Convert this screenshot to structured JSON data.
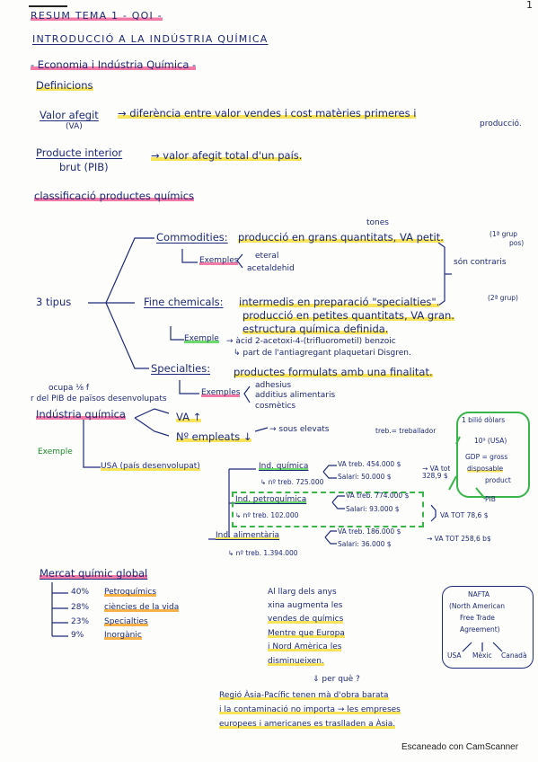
{
  "header": {
    "title": "RESUM TEMA 1 - QOI -",
    "subtitle": "INTRODUCCIÓ A LA INDÚSTRIA QUÍMICA",
    "page_mark": "1"
  },
  "section1": {
    "heading": "- Economia i Indústria Química -",
    "definitions_heading": "Definicions",
    "va_term": "Valor afegit",
    "va_abbr": "(VA)",
    "va_def": "→ diferència entre valor vendes i cost matèries primeres i",
    "va_def2": "producció.",
    "pib_term": "Producte interior",
    "pib_term2": "brut (PIB)",
    "pib_def": "→ valor afegit total d'un país."
  },
  "classification": {
    "heading": "classificació productes químics",
    "three_types": "3 tipus",
    "commodities_label": "Commodities:",
    "commodities_desc": "producció en grans quantitats, VA petit.",
    "tones": "tones",
    "grup": "(1ª grup",
    "grup2": "pos)",
    "commodities_examples": "Exemples",
    "ex_eteral": "eteral",
    "ex_acetal": "acetaldehid",
    "son_contraris": "són contraris",
    "fine_label": "Fine chemicals:",
    "fine_desc1": "intermedis en preparació \"specialties\".",
    "fine_desc2": "producció en petites quantitats, VA gran.",
    "fine_desc3": "estructura química definida.",
    "fine_note": "(2ª grup)",
    "fine_example": "Exemple",
    "fine_example_text": "→ àcid 2-acetoxi-4-(trifluorometil) benzoic",
    "fine_example_text2": "↳ part de l'antiagregant plaquetari Disgren.",
    "specialties_label": "Specialties:",
    "specialties_desc": "productes formulats amb una finalitat.",
    "specialties_examples": "Exemples",
    "spec_ex1": "adhesius",
    "spec_ex2": "additius alimentaris",
    "spec_ex3": "cosmètics"
  },
  "industry": {
    "note1": "ocupa ⅛ f",
    "note2": "r del PIB de països desenvolupats",
    "heading": "Indústria química",
    "va_up": "VA ↑",
    "employees": "Nº empleats ↓",
    "employees_note": "→ sous elevats",
    "treb_note": "treb.= treballador",
    "example_label": "Exemple",
    "usa": "USA (país desenvolupat)",
    "ind_quimica": "Ind. química",
    "ind_quimica_n": "↳ nº treb. 725.000",
    "ind_quimica_va": "VA treb. 454.000 $",
    "ind_quimica_sal": "Salari: 50.000 $",
    "ind_quimica_vatot": "→ VA tot 328,9 $",
    "ind_petro": "Ind. petroquímica",
    "ind_petro_n": "↳ nº treb. 102.000",
    "ind_petro_va": "VA treb. 774.000 $",
    "ind_petro_sal": "Salari: 93.000 $",
    "ind_petro_vatot": "VA TOT 78,6 $",
    "ind_alim": "Ind. alimentària",
    "ind_alim_n": "↳ nº treb. 1.394.000",
    "ind_alim_va": "VA treb. 186.000 $",
    "ind_alim_sal": "Salari: 36.000 $",
    "ind_alim_vatot": "→ VA TOT 258,6 b$",
    "billion1": "1 bilió dòlars",
    "billion2": "10⁹ (USA)",
    "gdp1": "GDP = gross",
    "gdp2": "disposable",
    "gdp3": "product",
    "pib": "PIB"
  },
  "market": {
    "heading": "Mercat químic global",
    "rows": [
      {
        "pct": "40%",
        "label": "Petroquímics"
      },
      {
        "pct": "28%",
        "label": "ciències de la vida"
      },
      {
        "pct": "23%",
        "label": "Specialties"
      },
      {
        "pct": "9%",
        "label": "Inorgànic"
      }
    ],
    "text1": "Al llarg dels anys",
    "text2": "xina augmenta les",
    "text3": "vendes de químics",
    "text4": "Mentre que Europa",
    "text5": "i Nord Amèrica les",
    "text6": "disminueixen.",
    "per_que": "⇓ per què ?",
    "nafta1": "NAFTA",
    "nafta2": "(North American",
    "nafta3": "Free Trade",
    "nafta4": "Agreement)",
    "nafta_usa": "USA",
    "nafta_mex": "Mèxic",
    "nafta_can": "Canadà",
    "bottom1": "Regió Àsia-Pacífic tenen mà d'obra barata",
    "bottom2": "i la contaminació no importa → les empreses",
    "bottom3": "europees i americanes es traslladen a Àsia."
  },
  "footer": {
    "scanner": "Escaneado con CamScanner"
  }
}
